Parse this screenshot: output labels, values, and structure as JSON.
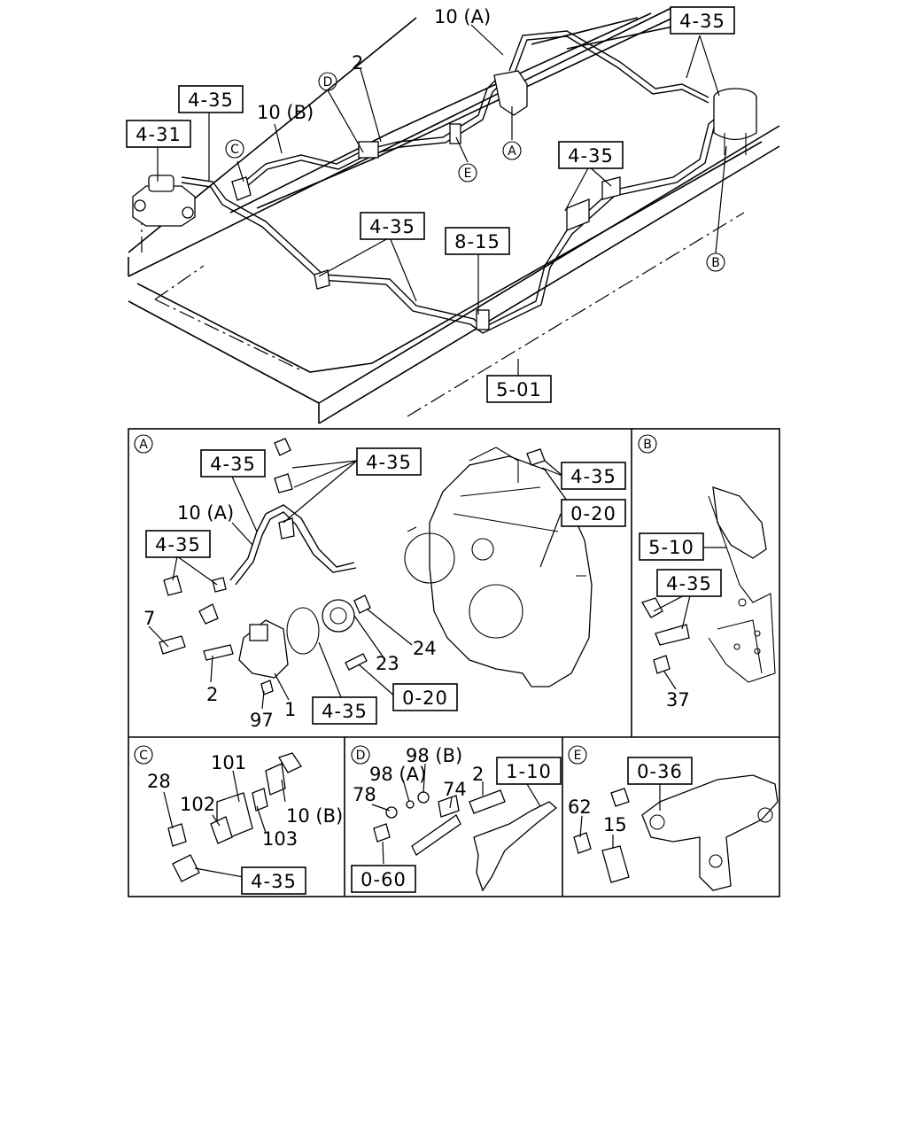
{
  "overview": {
    "ref_boxes": [
      "4-35",
      "4-35",
      "4-31",
      "4-35",
      "4-35",
      "8-15",
      "5-01"
    ],
    "part_labels": [
      "10 (A)",
      "2",
      "10 (B)"
    ],
    "circle_callouts": [
      "D",
      "C",
      "A",
      "E",
      "B"
    ]
  },
  "panel_a": {
    "id": "A",
    "ref_boxes": [
      "4-35",
      "4-35",
      "4-35",
      "0-20",
      "4-35",
      "4-35",
      "0-20"
    ],
    "part_labels": [
      "10 (A)",
      "7",
      "2",
      "97",
      "1",
      "23",
      "24"
    ]
  },
  "panel_b": {
    "id": "B",
    "ref_boxes": [
      "5-10",
      "4-35"
    ],
    "part_labels": [
      "37"
    ]
  },
  "panel_c": {
    "id": "C",
    "ref_boxes": [
      "4-35"
    ],
    "part_labels": [
      "28",
      "102",
      "101",
      "103",
      "10 (B)"
    ]
  },
  "panel_d": {
    "id": "D",
    "ref_boxes": [
      "1-10",
      "0-60"
    ],
    "part_labels": [
      "98 (B)",
      "98 (A)",
      "78",
      "74",
      "2"
    ]
  },
  "panel_e": {
    "id": "E",
    "ref_boxes": [
      "0-36"
    ],
    "part_labels": [
      "62",
      "15"
    ]
  }
}
